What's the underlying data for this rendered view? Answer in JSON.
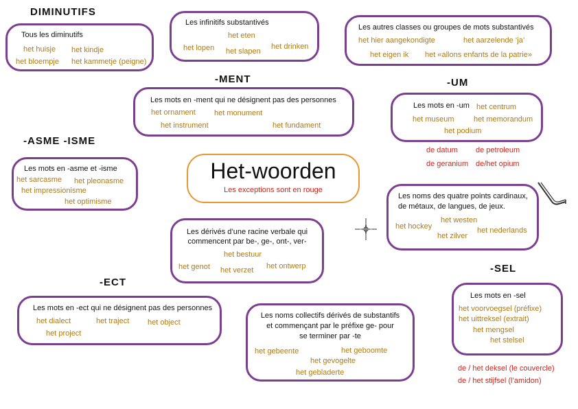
{
  "center": {
    "title": "Het-woorden",
    "subtitle": "Les exceptions sont en rouge"
  },
  "diminutifs": {
    "heading": "DIMINUTIFS",
    "title": "Tous les diminutifs",
    "words": [
      "het huisje",
      "het kindje",
      "het bloempje",
      "het kammetje (peigne)"
    ]
  },
  "infinitifs": {
    "title": "Les infinitifs substantivés",
    "words": [
      "het eten",
      "het lopen",
      "het slapen",
      "het drinken"
    ]
  },
  "autres": {
    "title": "Les autres classes ou groupes de mots substantivés",
    "words": [
      "het hier aangekondigte",
      "het aarzelende ‘ja’",
      "het eigen ik",
      "het «allons enfants de la patrie»"
    ]
  },
  "ment": {
    "heading": "-MENT",
    "title": "Les mots en -ment qui ne désignent pas des personnes",
    "words": [
      "het ornament",
      "het monument",
      "het instrument",
      "het fundament"
    ]
  },
  "um": {
    "heading": "-UM",
    "title": "Les mots en -um",
    "words": [
      "het centrum",
      "het museum",
      "het memorandum",
      "het podium"
    ],
    "exceptions": [
      "de datum",
      "de petroleum",
      "de geranium",
      "de/het opium"
    ]
  },
  "asme": {
    "heading": "-ASME -ISME",
    "title": "Les mots en -asme et -isme",
    "words": [
      "het sarcasme",
      "het pleonasme",
      "het impressionisme",
      "het optimisme"
    ]
  },
  "points": {
    "title_line1": "Les noms des quatre points cardinaux,",
    "title_line2": "de métaux, de langues, de jeux.",
    "words": [
      "het westen",
      "het hockey",
      "het nederlands",
      "het zilver"
    ]
  },
  "derives": {
    "title_line1": "Les dérivés d’une racine verbale qui",
    "title_line2": "commencent par be-, ge-, ont-, ver-",
    "words": [
      "het bestuur",
      "het genot",
      "het ontwerp",
      "het verzet"
    ]
  },
  "ect": {
    "heading": "-ECT",
    "title": "Les mots en -ect qui ne désignent pas des personnes",
    "words": [
      "het dialect",
      "het traject",
      "het object",
      "het project"
    ]
  },
  "collectifs": {
    "title_line1": "Les noms collectifs dérivés de substantifs",
    "title_line2": "et commençant par le préfixe ge- pour",
    "title_line3": "se terminer par -te",
    "words": [
      "het gebeente",
      "het geboomte",
      "het gevogelte",
      "het gebladerte"
    ]
  },
  "sel": {
    "heading": "-SEL",
    "title": "Les mots en -sel",
    "words": [
      "het voorvoegsel (préfixe)",
      "het uittreksel (extrait)",
      "het mengsel",
      "het stelsel"
    ],
    "exceptions": [
      "de / het deksel (le couvercle)",
      "de / het stijfsel (l’amidon)"
    ]
  },
  "colors": {
    "box_border": "#7b3f8f",
    "center_border": "#e8962f",
    "word": "#b07a12",
    "exception": "#d2231a"
  },
  "icons": [
    "compass-icon",
    "hockey-stick-icon"
  ]
}
